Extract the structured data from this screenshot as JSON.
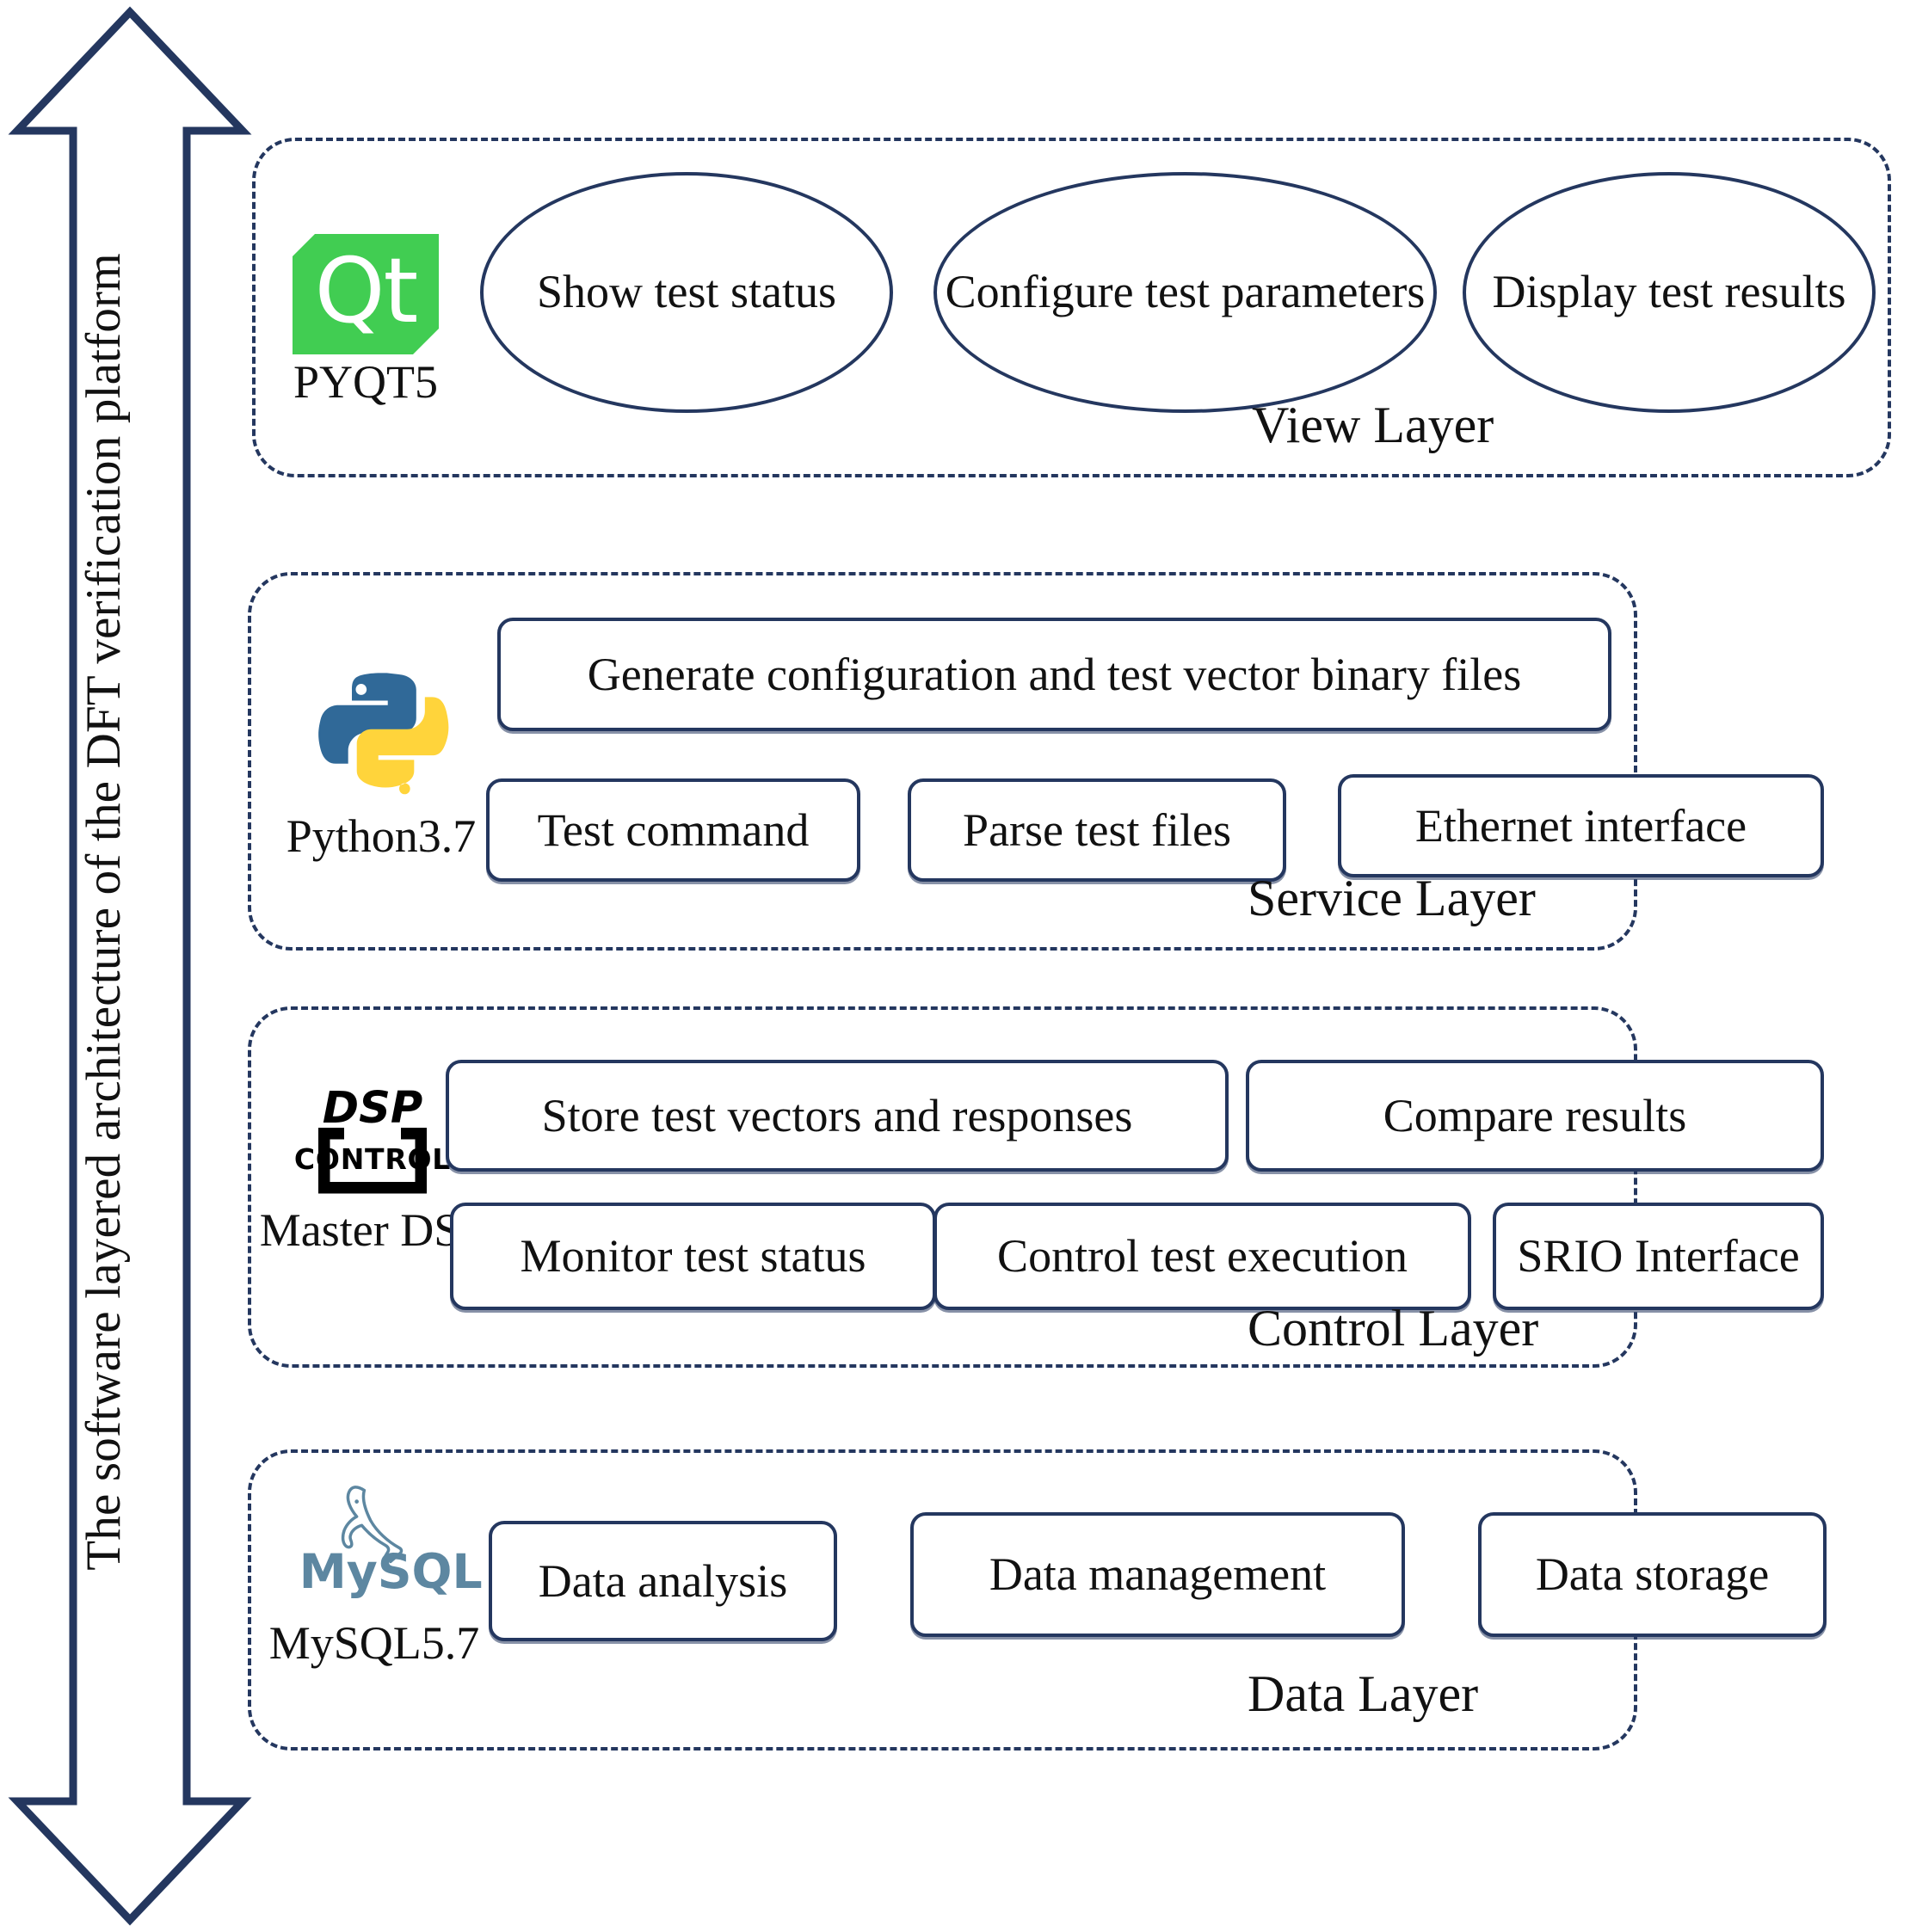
{
  "figure": {
    "axis_label": "The software layered architecture of the DFT verification platform",
    "accent_color": "#24375f",
    "qt_green": "#41cd52",
    "python_blue": "#306998",
    "python_yellow": "#ffd43b",
    "mysql_blue": "#5d87a1"
  },
  "layers": [
    {
      "id": "view",
      "name": "View Layer",
      "tech": {
        "icon": "qt-logo-icon",
        "mark_text": "Qt",
        "caption": "PYQT5"
      },
      "ellipses": [
        {
          "label": "Show test status"
        },
        {
          "label": "Configure test parameters"
        },
        {
          "label": "Display test results"
        }
      ],
      "nodes": []
    },
    {
      "id": "service",
      "name": "Service Layer",
      "tech": {
        "icon": "python-logo-icon",
        "caption": "Python3.7"
      },
      "ellipses": [],
      "nodes": [
        {
          "label": "Generate configuration and test vector binary files"
        },
        {
          "label": "Test command"
        },
        {
          "label": "Parse test files"
        },
        {
          "label": "Ethernet interface"
        }
      ]
    },
    {
      "id": "control",
      "name": "Control Layer",
      "tech": {
        "icon": "dsp-control-logo-icon",
        "mark_line1": "DSP",
        "mark_line2": "CONTROL",
        "caption": "Master DSP"
      },
      "ellipses": [],
      "nodes": [
        {
          "label": "Store test vectors and responses"
        },
        {
          "label": "Compare results"
        },
        {
          "label": "Monitor test status"
        },
        {
          "label": "Control test execution"
        },
        {
          "label": "SRIO Interface"
        }
      ]
    },
    {
      "id": "data",
      "name": "Data Layer",
      "tech": {
        "icon": "mysql-logo-icon",
        "mark_text": "MySQL",
        "caption": "MySQL5.7"
      },
      "ellipses": [],
      "nodes": [
        {
          "label": "Data analysis"
        },
        {
          "label": "Data management"
        },
        {
          "label": "Data storage"
        }
      ]
    }
  ]
}
